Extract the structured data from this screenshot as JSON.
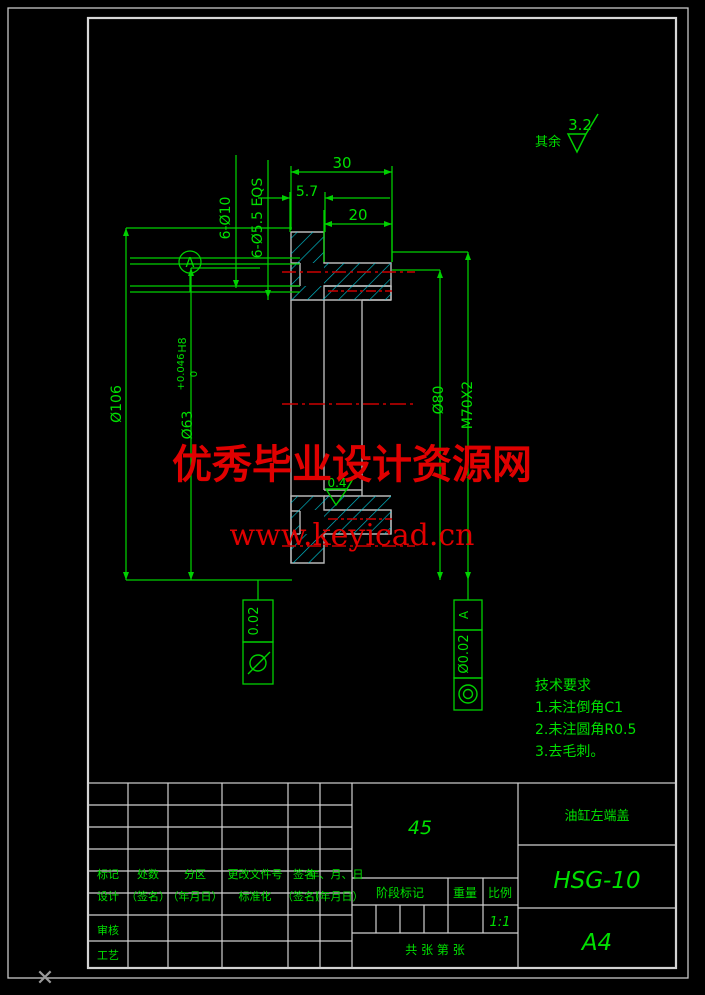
{
  "drawing": {
    "surface_note": {
      "prefix": "其余",
      "value": "3.2"
    },
    "internal_surface": "0.4",
    "datum_label": "A",
    "dimensions": {
      "hole_pattern_outer": "6-Ø10",
      "hole_pattern_inner": "6-Ø5.5 EQS",
      "width_57": "5.7",
      "width_30": "30",
      "width_20": "20",
      "dia_106": "Ø106",
      "dia_63": "Ø63",
      "dia_63_tol_upper": "+0.046",
      "dia_63_tol_lower": "0",
      "dia_63_fit": "H8",
      "dia_80": "Ø80",
      "thread_m70": "M70X2"
    },
    "tolerances": [
      {
        "symbol": "perpendicularity",
        "value": "0.02",
        "datum": ""
      },
      {
        "symbol": "concentricity",
        "value": "Ø0.02",
        "datum": "A"
      }
    ],
    "tech_requirements": {
      "title": "技术要求",
      "items": [
        "1.未注倒角C1",
        "2.未注圆角R0.5",
        "3.去毛刺。"
      ]
    }
  },
  "watermark": {
    "line1": "优秀毕业设计资源网",
    "line2": "www.keyicad.cn"
  },
  "title_block": {
    "rev_headers": [
      "标记",
      "处数",
      "分区",
      "更改文件号",
      "签名",
      "年、月、日"
    ],
    "sign_row": [
      "设计",
      "（签名）",
      "（年月日）",
      "标准化",
      "（签名）",
      "（年月日）"
    ],
    "review_label": "审核",
    "process_label": "工艺",
    "material": "45",
    "stage_label": "阶段标记",
    "weight_label": "重量",
    "scale_label": "比例",
    "scale_value": "1:1",
    "sheet_text": "共    张  第    张",
    "part_name": "油缸左端盖",
    "part_code": "HSG-10",
    "sheet_size": "A4"
  },
  "cursor": {
    "glyph": "✕"
  },
  "colors": {
    "green": "#00d000",
    "green_text": "#00e000",
    "watermark_red": "#e00000",
    "hatch_cyan": "#00c8d8",
    "center_red": "#cc0000",
    "outline_gray": "#b8b8b8",
    "background": "#000000"
  }
}
